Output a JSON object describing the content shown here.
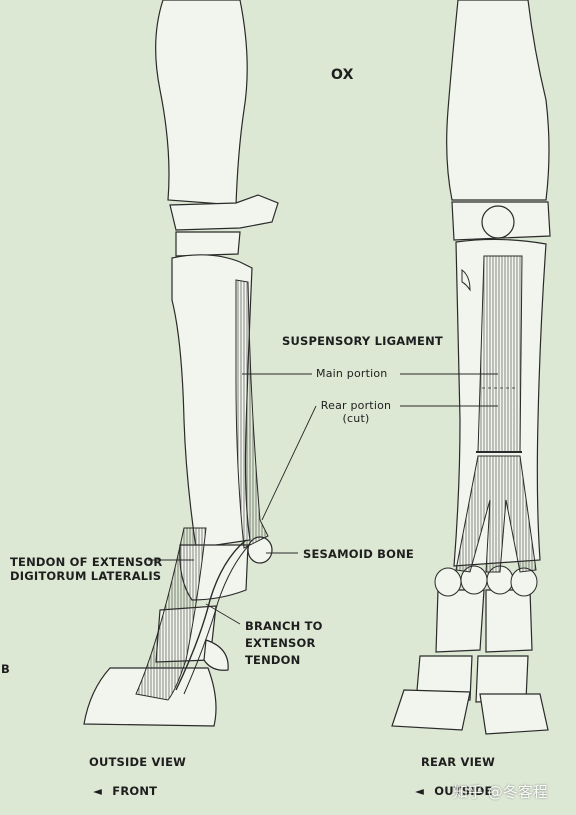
{
  "title": "OX",
  "panel_letter": "B",
  "labels": {
    "suspensory_ligament": "SUSPENSORY LIGAMENT",
    "main_portion": "Main portion",
    "rear_portion_line1": "Rear portion",
    "rear_portion_line2": "(cut)",
    "tendon_line1": "TENDON OF EXTENSOR",
    "tendon_line2": "DIGITORUM LATERALIS",
    "sesamoid_bone": "SESAMOID BONE",
    "branch_line1": "BRANCH TO",
    "branch_line2": "EXTENSOR",
    "branch_line3": "TENDON"
  },
  "views": {
    "left_caption": "OUTSIDE VIEW",
    "left_direction": "FRONT",
    "right_caption": "REAR VIEW",
    "right_direction": "OUTSIDE"
  },
  "arrow_glyph": "◄",
  "watermark": "知乎 @冬客程",
  "colors": {
    "background": "#dde8d4",
    "line": "#2a2a2a",
    "bone_fill": "#f2f5ee",
    "ligament_fill": "#b9b9b2"
  }
}
